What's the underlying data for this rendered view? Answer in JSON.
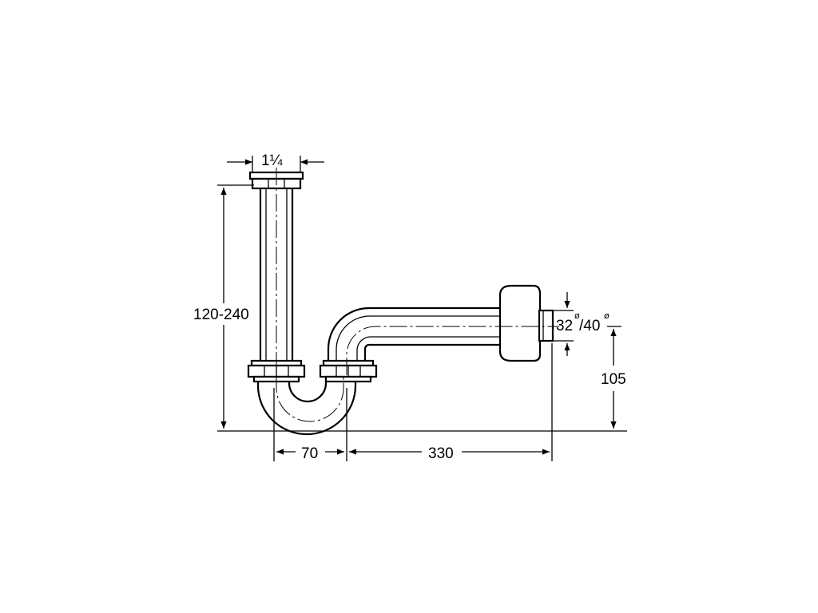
{
  "dimensions": {
    "thread_size": "1¼",
    "height_range": "120-240",
    "horizontal_offset": "70",
    "outlet_length": "330",
    "outlet_height": "105",
    "diameter_small": "32",
    "diameter_large": "/40",
    "diameter_symbol": "ø"
  }
}
